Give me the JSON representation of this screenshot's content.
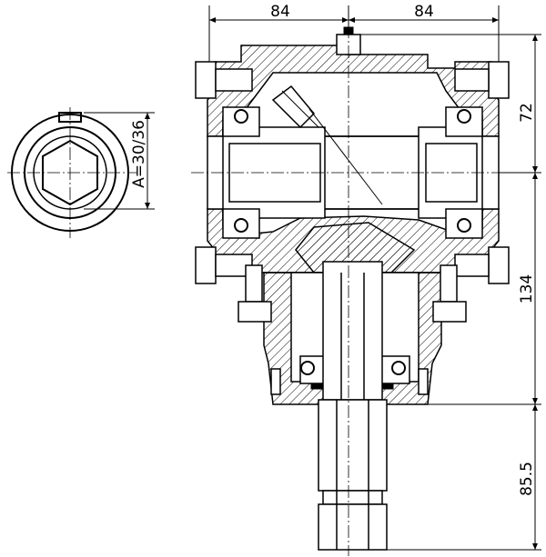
{
  "dimensions": {
    "top_left": "84",
    "top_right": "84",
    "right_top": "72",
    "right_middle": "134",
    "right_bottom": "85.5",
    "shaft_section": "A=30/36"
  },
  "icons": {
    "hex_section": "hexagon-in-circle",
    "gearbox": "bevel-gearbox-section"
  }
}
